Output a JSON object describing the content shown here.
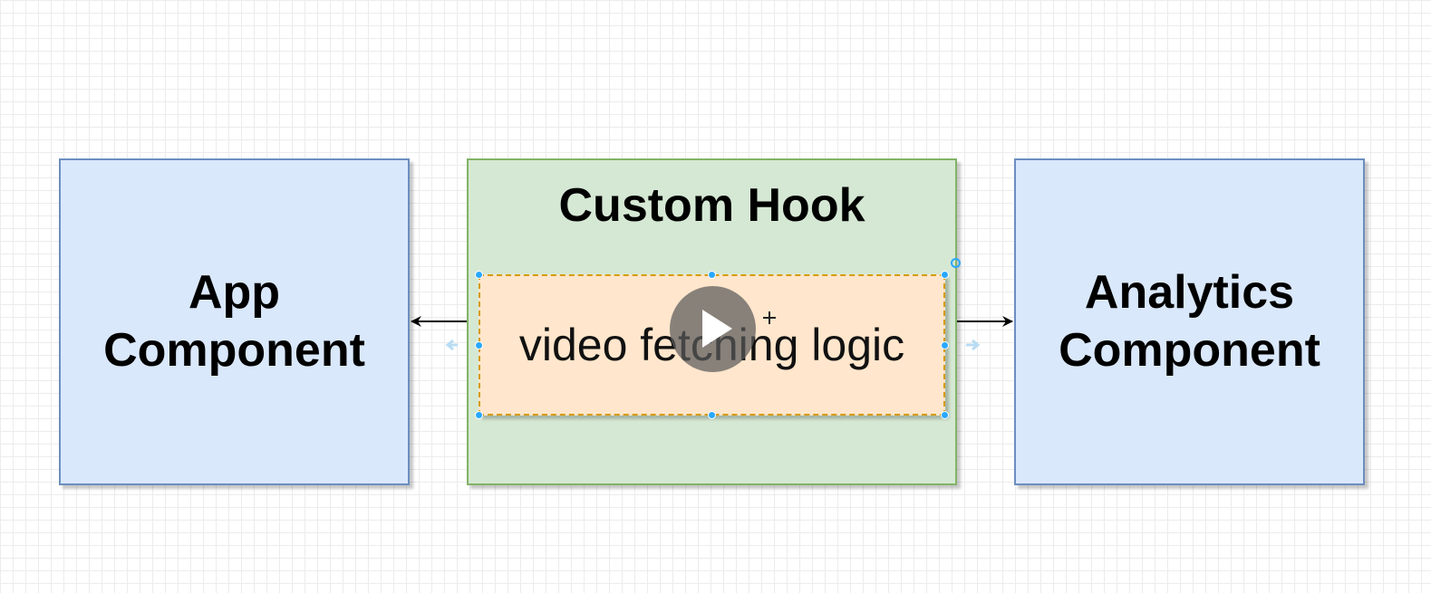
{
  "diagram": {
    "left_box": {
      "line1": "App",
      "line2": "Component"
    },
    "hook_box": {
      "title": "Custom Hook"
    },
    "logic_box": {
      "text": "video fetching logic"
    },
    "right_box": {
      "line1": "Analytics",
      "line2": "Component"
    }
  },
  "colors": {
    "component_fill": "#dae8fc",
    "component_border": "#6c8ebf",
    "hook_fill": "#d5e8d4",
    "hook_border": "#82b366",
    "logic_fill": "#ffe6cc",
    "logic_border": "#d79b00",
    "selection_handle": "#29a8ff"
  },
  "overlay": {
    "icon": "play-icon"
  }
}
